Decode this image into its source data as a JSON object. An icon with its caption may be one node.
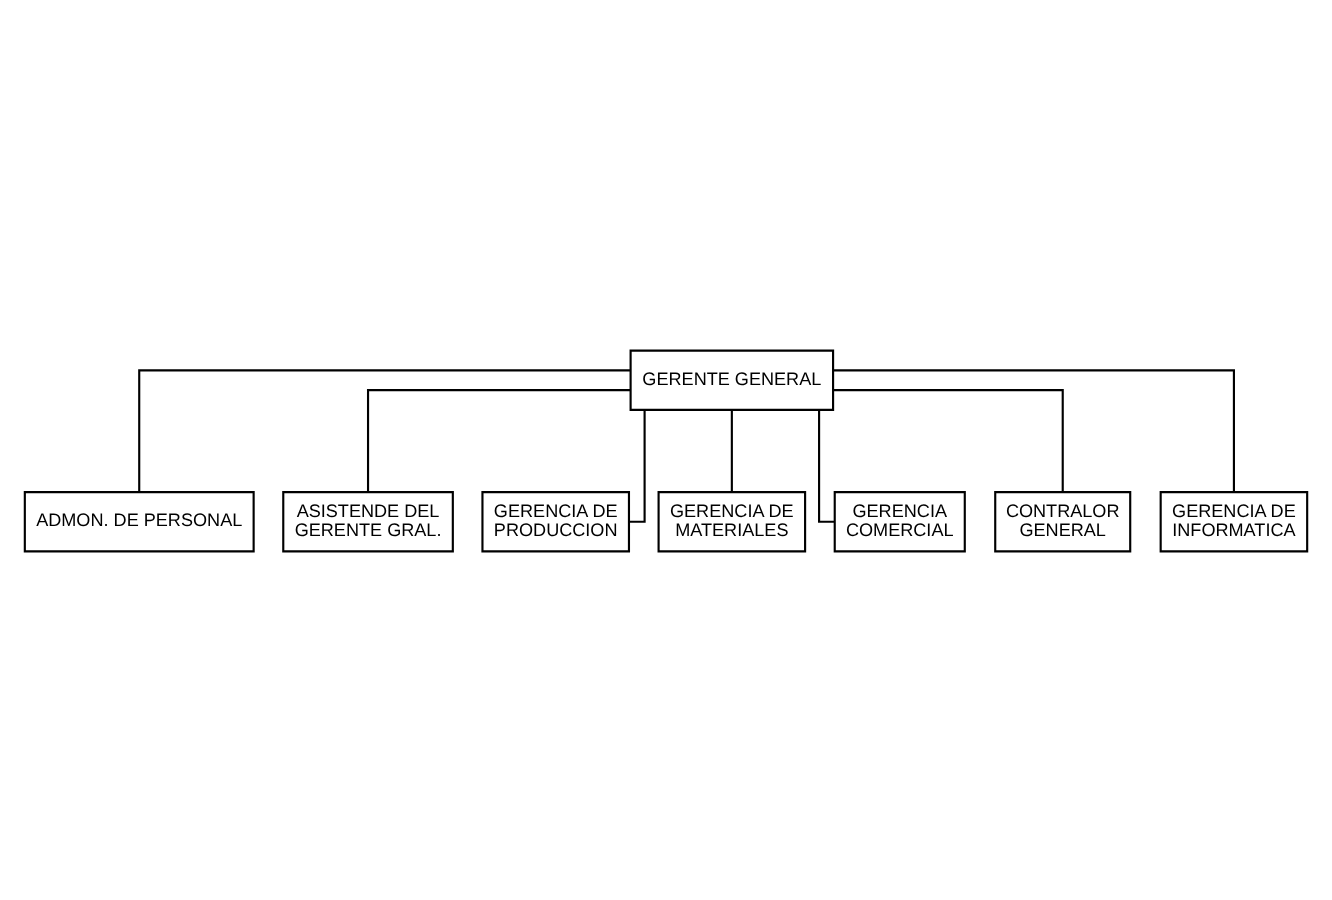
{
  "diagram": {
    "nodes": [
      {
        "text": [
          "GERENTE GENERAL"
        ]
      },
      {
        "text": [
          "ADMON. DE PERSONAL"
        ]
      },
      {
        "text": [
          "ASISTENDE DEL GERENTE GRAL."
        ]
      },
      {
        "text": [
          "GERENCIA DE PRODUCCION"
        ]
      },
      {
        "text": [
          "GERENCIA DE MATERIALES"
        ]
      },
      {
        "text": [
          "GERENCIA COMERCIAL"
        ]
      },
      {
        "text": [
          "CONTRALOR GENERAL"
        ]
      },
      {
        "text": [
          "GERENCIA DE INFORMATICA"
        ]
      }
    ],
    "edges": [
      {
        "from": 0,
        "to": 1,
        "arrow": "none"
      },
      {
        "from": 0,
        "to": 2,
        "arrow": "none"
      },
      {
        "from": 0,
        "to": 3,
        "arrow": "none"
      },
      {
        "from": 0,
        "to": 4,
        "arrow": "none"
      },
      {
        "from": 0,
        "to": 5,
        "arrow": "none"
      },
      {
        "from": 0,
        "to": 6,
        "arrow": "none"
      },
      {
        "from": 0,
        "to": 7,
        "arrow": "none"
      }
    ]
  }
}
